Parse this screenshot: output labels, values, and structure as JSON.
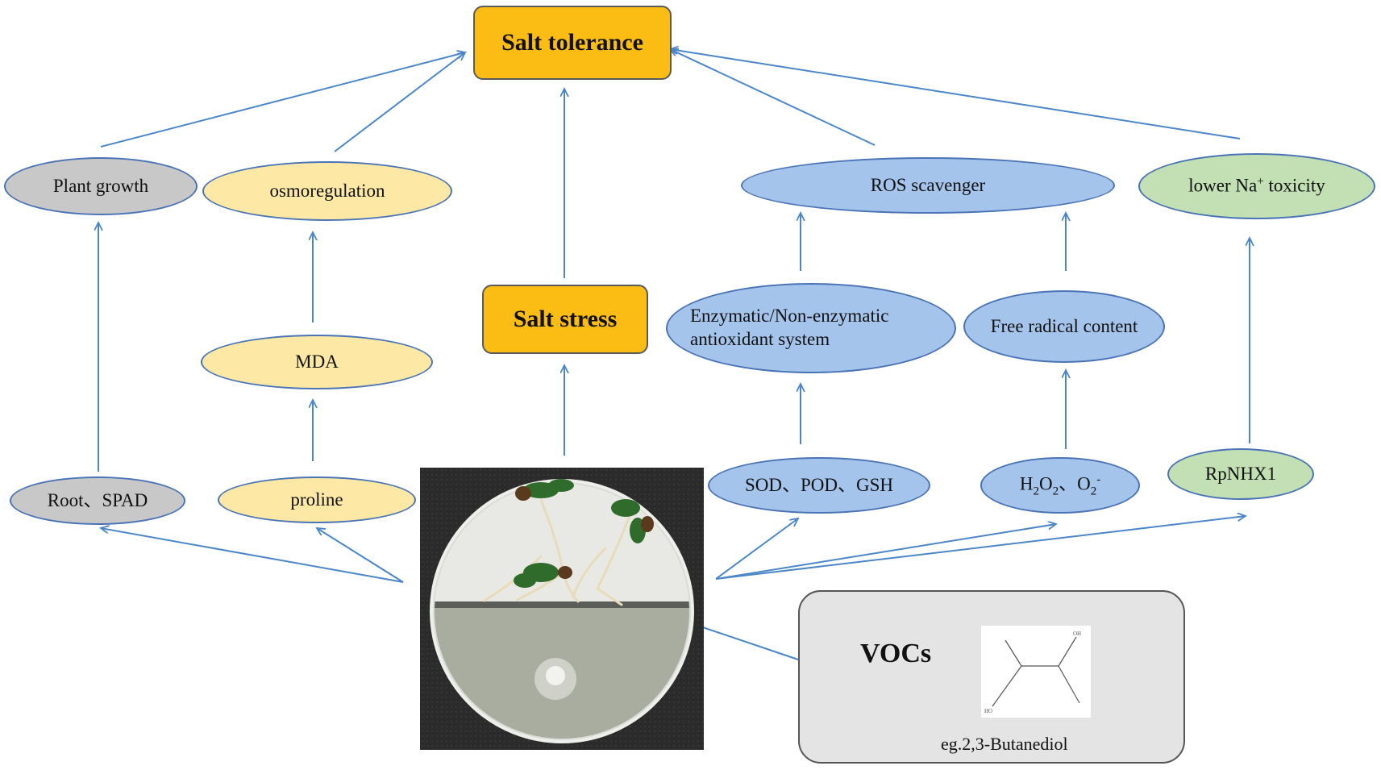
{
  "nodes": {
    "salt_tolerance": "Salt tolerance",
    "salt_stress": "Salt stress",
    "plant_growth": "Plant growth",
    "osmoregulation": "osmoregulation",
    "ros_scavenger": "ROS scavenger",
    "lower_na_prefix": "lower Na",
    "lower_na_sup": "+",
    "lower_na_suffix": " toxicity",
    "mda": "MDA",
    "enzymatic_line1": "Enzymatic/Non-enzymatic",
    "enzymatic_line2": "antioxidant system",
    "free_radical": "Free radical content",
    "root_spad": "Root、SPAD",
    "proline": "proline",
    "sod_pod_gsh": "SOD、POD、GSH",
    "h2o2_h": "H",
    "h2o2_2a": "2",
    "h2o2_o": "O",
    "h2o2_2b": "2",
    "h2o2_sep": "、O",
    "o2_sub": "2",
    "o2_sup": "-",
    "rpnhx1": "RpNHX1"
  },
  "voc_callout": {
    "title": "VOCs",
    "caption": "eg.2,3-Butanediol",
    "oh_top": "OH",
    "oh_bottom": "HO"
  },
  "colors": {
    "arrow": "#4a86c8",
    "gray_node": "#c8c8c8",
    "yellow_node": "#fde9a5",
    "blue_node": "#a5c4ec",
    "green_node": "#c2e0b3",
    "salt_box": "#fbbd14"
  }
}
